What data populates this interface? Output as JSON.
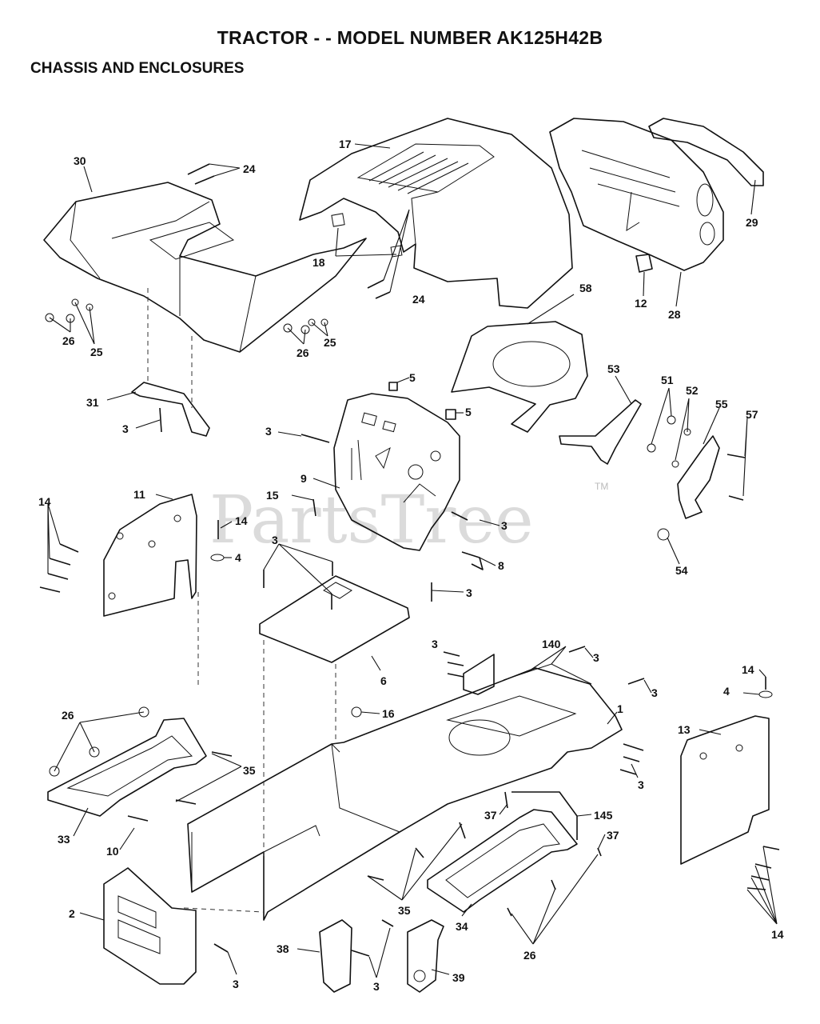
{
  "title": "TRACTOR - - MODEL NUMBER AK125H42B",
  "subtitle": "CHASSIS AND ENCLOSURES",
  "watermark": "PartsTree",
  "watermark_tm": "TM",
  "labels": [
    {
      "id": "l30",
      "text": "30"
    },
    {
      "id": "l24a",
      "text": "24"
    },
    {
      "id": "l17",
      "text": "17"
    },
    {
      "id": "l29",
      "text": "29"
    },
    {
      "id": "l18",
      "text": "18"
    },
    {
      "id": "l24b",
      "text": "24"
    },
    {
      "id": "l12",
      "text": "12"
    },
    {
      "id": "l28",
      "text": "28"
    },
    {
      "id": "l25a",
      "text": "25"
    },
    {
      "id": "l26a",
      "text": "26"
    },
    {
      "id": "l25b",
      "text": "25"
    },
    {
      "id": "l26b",
      "text": "26"
    },
    {
      "id": "l58",
      "text": "58"
    },
    {
      "id": "l5a",
      "text": "5"
    },
    {
      "id": "l31",
      "text": "31"
    },
    {
      "id": "l5b",
      "text": "5"
    },
    {
      "id": "l53",
      "text": "53"
    },
    {
      "id": "l51",
      "text": "51"
    },
    {
      "id": "l52",
      "text": "52"
    },
    {
      "id": "l55",
      "text": "55"
    },
    {
      "id": "l57",
      "text": "57"
    },
    {
      "id": "l3a",
      "text": "3"
    },
    {
      "id": "l3b",
      "text": "3"
    },
    {
      "id": "l9",
      "text": "9"
    },
    {
      "id": "l11",
      "text": "11"
    },
    {
      "id": "l15",
      "text": "15"
    },
    {
      "id": "l14a",
      "text": "14"
    },
    {
      "id": "l14b",
      "text": "14"
    },
    {
      "id": "l3c",
      "text": "3"
    },
    {
      "id": "l4a",
      "text": "4"
    },
    {
      "id": "l3d",
      "text": "3"
    },
    {
      "id": "l8",
      "text": "8"
    },
    {
      "id": "l54",
      "text": "54"
    },
    {
      "id": "l3e",
      "text": "3"
    },
    {
      "id": "l3f",
      "text": "3"
    },
    {
      "id": "l140",
      "text": "140"
    },
    {
      "id": "l3g",
      "text": "3"
    },
    {
      "id": "l6",
      "text": "6"
    },
    {
      "id": "l14c",
      "text": "14"
    },
    {
      "id": "l3h",
      "text": "3"
    },
    {
      "id": "l4b",
      "text": "4"
    },
    {
      "id": "l16",
      "text": "16"
    },
    {
      "id": "l1",
      "text": "1"
    },
    {
      "id": "l26c",
      "text": "26"
    },
    {
      "id": "l13",
      "text": "13"
    },
    {
      "id": "l35a",
      "text": "35"
    },
    {
      "id": "l3i",
      "text": "3"
    },
    {
      "id": "l37a",
      "text": "37"
    },
    {
      "id": "l145",
      "text": "145"
    },
    {
      "id": "l33",
      "text": "33"
    },
    {
      "id": "l10",
      "text": "10"
    },
    {
      "id": "l37b",
      "text": "37"
    },
    {
      "id": "l2",
      "text": "2"
    },
    {
      "id": "l35b",
      "text": "35"
    },
    {
      "id": "l34",
      "text": "34"
    },
    {
      "id": "l14d",
      "text": "14"
    },
    {
      "id": "l26d",
      "text": "26"
    },
    {
      "id": "l38",
      "text": "38"
    },
    {
      "id": "l39",
      "text": "39"
    },
    {
      "id": "l3j",
      "text": "3"
    },
    {
      "id": "l3k",
      "text": "3"
    }
  ]
}
